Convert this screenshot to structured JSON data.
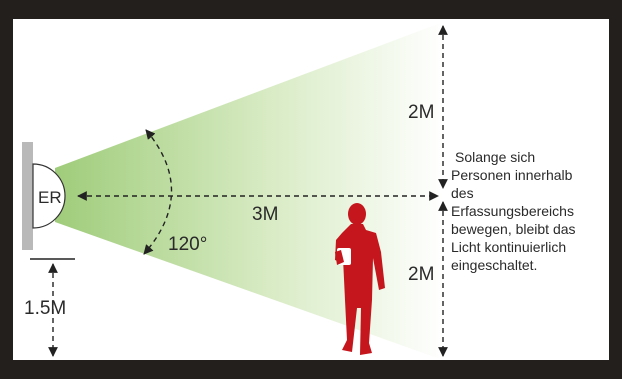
{
  "sensor": {
    "label": "ER"
  },
  "dimensions": {
    "distance": "3M",
    "upper_height": "2M",
    "lower_height": "2M",
    "mount_height": "1.5M",
    "detection_angle": "120°"
  },
  "description_lines": [
    " Solange sich",
    "Personen innerhalb",
    "des",
    "Erfassungsbereichs",
    "bewegen, bleibt das",
    "Licht kontinuierlich",
    " eingeschaltet."
  ],
  "colors": {
    "frame": "#231f1d",
    "cone_near": "#9fcc7a",
    "cone_far": "#ffffff",
    "person": "#c4161c",
    "sensor_mount": "#b9b9b9"
  }
}
